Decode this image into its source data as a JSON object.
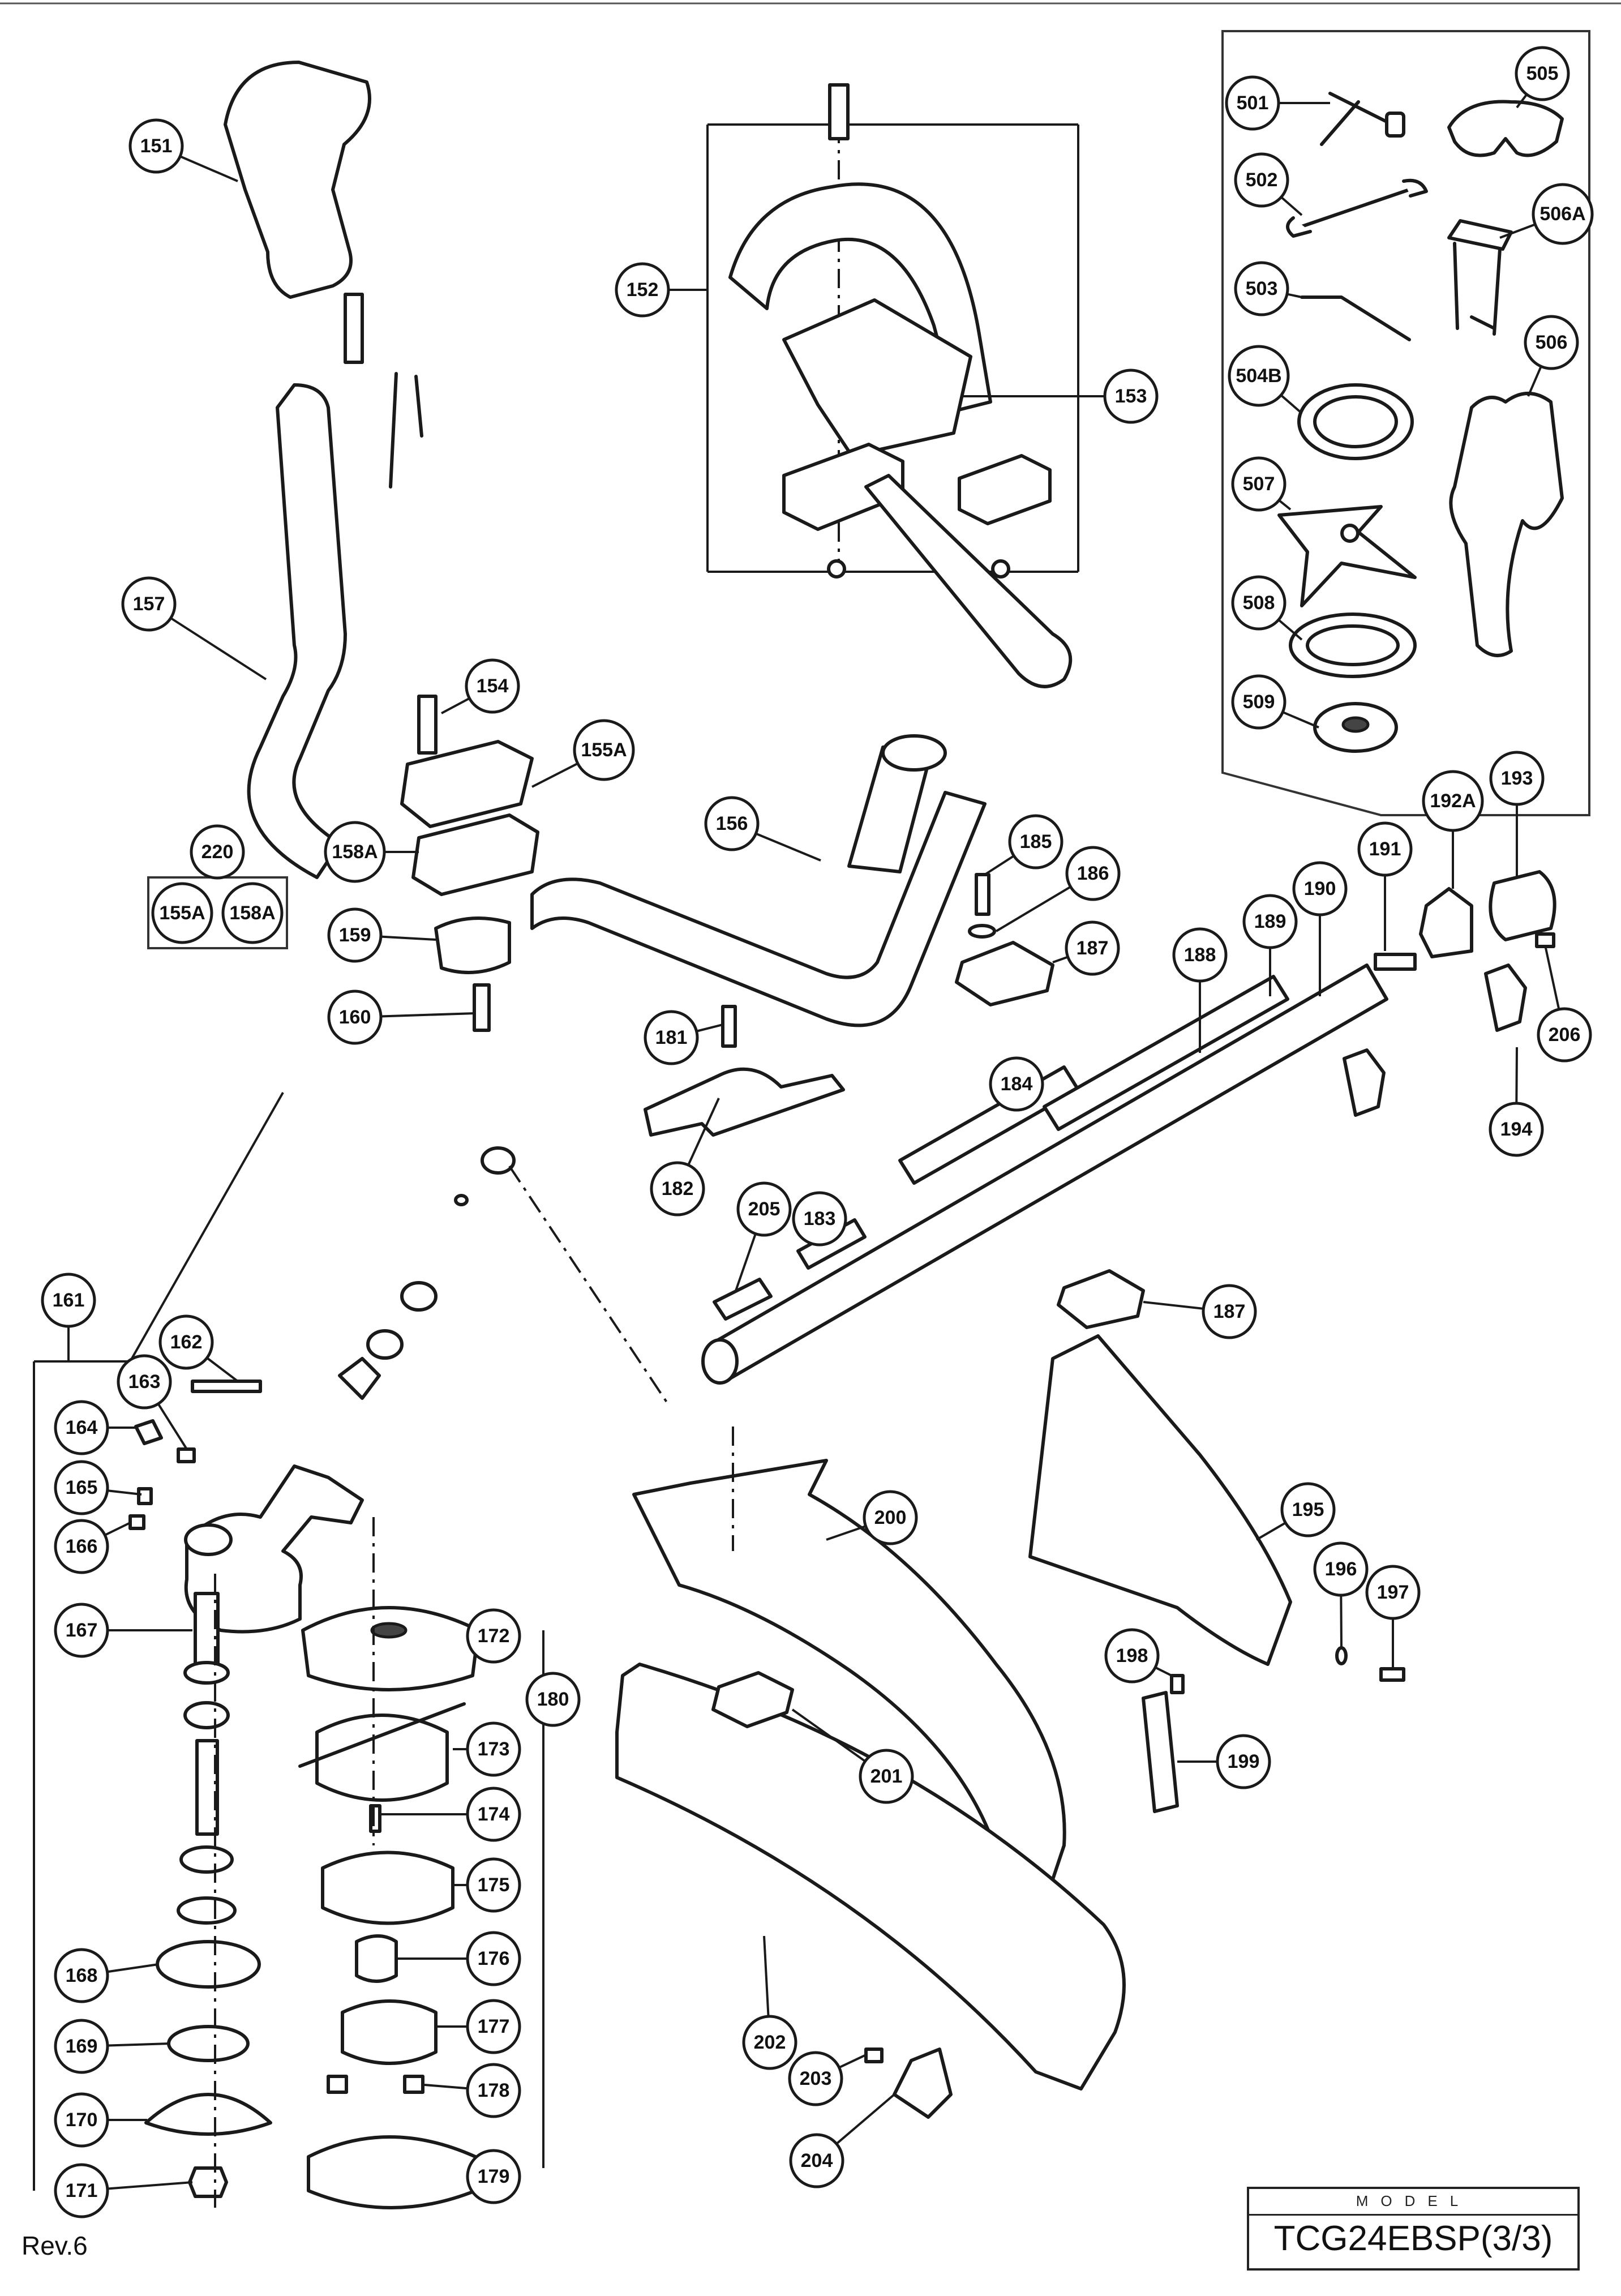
{
  "model_label": "MODEL",
  "model_number": "TCG24EBSP(3/3)",
  "revision": "Rev.6",
  "callouts": [
    {
      "id": "c151",
      "label": "151"
    },
    {
      "id": "c152",
      "label": "152"
    },
    {
      "id": "c153",
      "label": "153"
    },
    {
      "id": "c154",
      "label": "154"
    },
    {
      "id": "c155A",
      "label": "155A"
    },
    {
      "id": "c156",
      "label": "156"
    },
    {
      "id": "c157",
      "label": "157"
    },
    {
      "id": "c158A",
      "label": "158A"
    },
    {
      "id": "c159",
      "label": "159"
    },
    {
      "id": "c160",
      "label": "160"
    },
    {
      "id": "c161",
      "label": "161"
    },
    {
      "id": "c162",
      "label": "162"
    },
    {
      "id": "c163",
      "label": "163"
    },
    {
      "id": "c164",
      "label": "164"
    },
    {
      "id": "c165",
      "label": "165"
    },
    {
      "id": "c166",
      "label": "166"
    },
    {
      "id": "c167",
      "label": "167"
    },
    {
      "id": "c168",
      "label": "168"
    },
    {
      "id": "c169",
      "label": "169"
    },
    {
      "id": "c170",
      "label": "170"
    },
    {
      "id": "c171",
      "label": "171"
    },
    {
      "id": "c172",
      "label": "172"
    },
    {
      "id": "c173",
      "label": "173"
    },
    {
      "id": "c174",
      "label": "174"
    },
    {
      "id": "c175",
      "label": "175"
    },
    {
      "id": "c176",
      "label": "176"
    },
    {
      "id": "c177",
      "label": "177"
    },
    {
      "id": "c178",
      "label": "178"
    },
    {
      "id": "c179",
      "label": "179"
    },
    {
      "id": "c180",
      "label": "180"
    },
    {
      "id": "c181",
      "label": "181"
    },
    {
      "id": "c182",
      "label": "182"
    },
    {
      "id": "c183",
      "label": "183"
    },
    {
      "id": "c184",
      "label": "184"
    },
    {
      "id": "c185",
      "label": "185"
    },
    {
      "id": "c186",
      "label": "186"
    },
    {
      "id": "c187a",
      "label": "187"
    },
    {
      "id": "c187b",
      "label": "187"
    },
    {
      "id": "c188",
      "label": "188"
    },
    {
      "id": "c189",
      "label": "189"
    },
    {
      "id": "c190",
      "label": "190"
    },
    {
      "id": "c191",
      "label": "191"
    },
    {
      "id": "c192A",
      "label": "192A"
    },
    {
      "id": "c193",
      "label": "193"
    },
    {
      "id": "c194",
      "label": "194"
    },
    {
      "id": "c195",
      "label": "195"
    },
    {
      "id": "c196",
      "label": "196"
    },
    {
      "id": "c197",
      "label": "197"
    },
    {
      "id": "c198",
      "label": "198"
    },
    {
      "id": "c199",
      "label": "199"
    },
    {
      "id": "c200",
      "label": "200"
    },
    {
      "id": "c201",
      "label": "201"
    },
    {
      "id": "c202",
      "label": "202"
    },
    {
      "id": "c203",
      "label": "203"
    },
    {
      "id": "c204",
      "label": "204"
    },
    {
      "id": "c205",
      "label": "205"
    },
    {
      "id": "c206",
      "label": "206"
    },
    {
      "id": "c220",
      "label": "220"
    },
    {
      "id": "c220_155A",
      "label": "155A"
    },
    {
      "id": "c220_158A",
      "label": "158A"
    },
    {
      "id": "c501",
      "label": "501"
    },
    {
      "id": "c502",
      "label": "502"
    },
    {
      "id": "c503",
      "label": "503"
    },
    {
      "id": "c504B",
      "label": "504B"
    },
    {
      "id": "c505",
      "label": "505"
    },
    {
      "id": "c506",
      "label": "506"
    },
    {
      "id": "c506A",
      "label": "506A"
    },
    {
      "id": "c507",
      "label": "507"
    },
    {
      "id": "c508",
      "label": "508"
    },
    {
      "id": "c509",
      "label": "509"
    }
  ]
}
